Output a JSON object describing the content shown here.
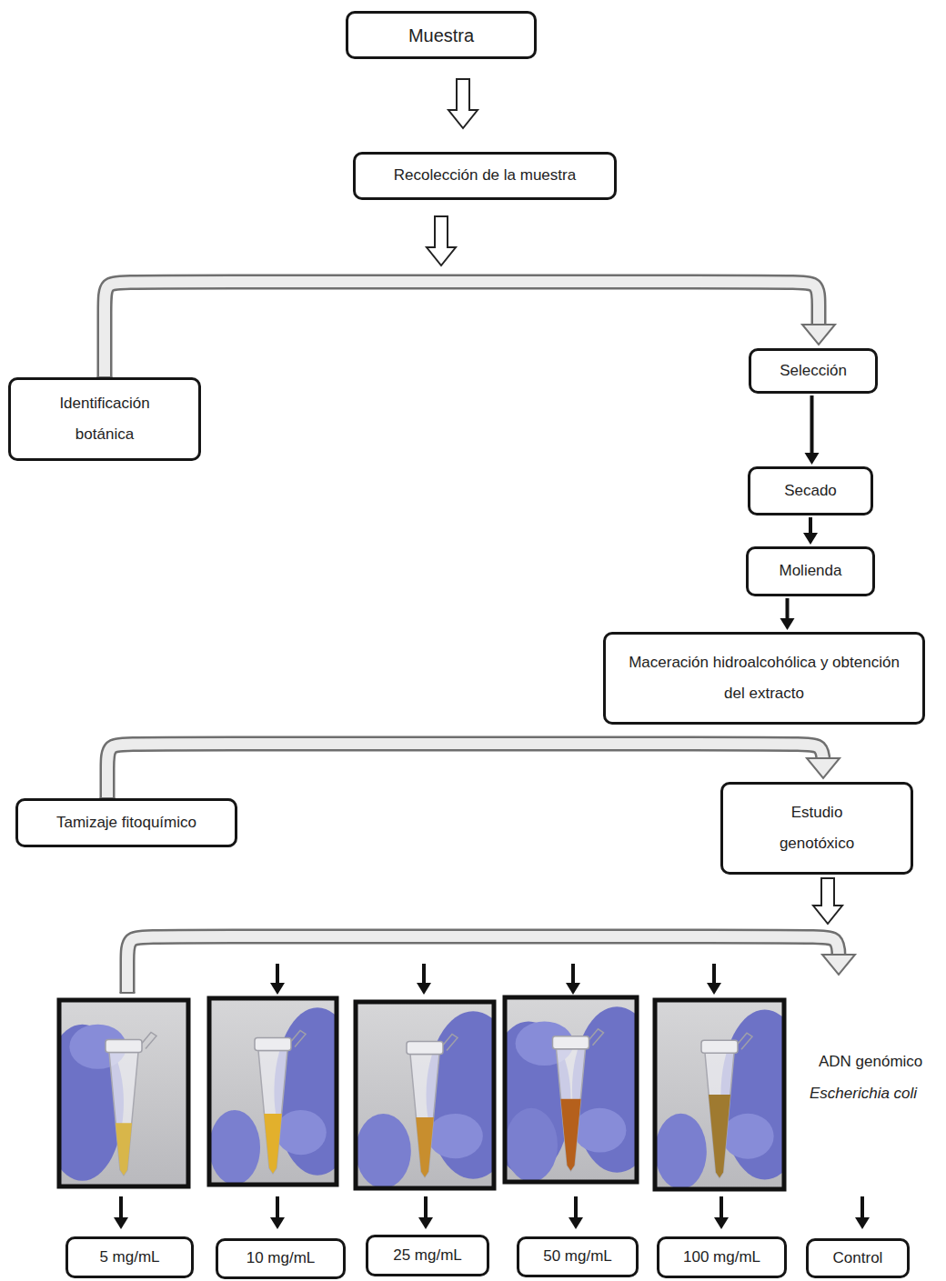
{
  "diagram": {
    "nodes": [
      {
        "text": [
          "Muestra"
        ]
      },
      {
        "text": [
          "Recolección de la muestra"
        ]
      },
      {
        "text": [
          "Identificación botánica"
        ]
      },
      {
        "text": [
          "Selección"
        ]
      },
      {
        "text": [
          "Secado"
        ]
      },
      {
        "text": [
          "Molienda"
        ]
      },
      {
        "text": [
          "Maceración hidroalcohólica y obtención del extracto"
        ]
      },
      {
        "text": [
          "Tamizaje fitoquímico"
        ]
      },
      {
        "text": [
          "Estudio genotóxico"
        ]
      },
      {
        "text": [
          "5 mg/mL"
        ]
      },
      {
        "text": [
          "10 mg/mL"
        ]
      },
      {
        "text": [
          "25 mg/mL"
        ]
      },
      {
        "text": [
          "50 mg/mL"
        ]
      },
      {
        "text": [
          "100 mg/mL"
        ]
      },
      {
        "text": [
          "Control"
        ]
      }
    ],
    "edges": [
      {
        "from": 0,
        "to": 1,
        "arrow": "to"
      },
      {
        "from": 2,
        "to": 3,
        "arrow": "to"
      },
      {
        "from": 3,
        "to": 4,
        "arrow": "to"
      },
      {
        "from": 4,
        "to": 5,
        "arrow": "to"
      },
      {
        "from": 5,
        "to": 6,
        "arrow": "to"
      },
      {
        "from": 7,
        "to": 8,
        "arrow": "to"
      }
    ],
    "labels": [
      "ADN genómico",
      "Escherichia coli"
    ]
  }
}
